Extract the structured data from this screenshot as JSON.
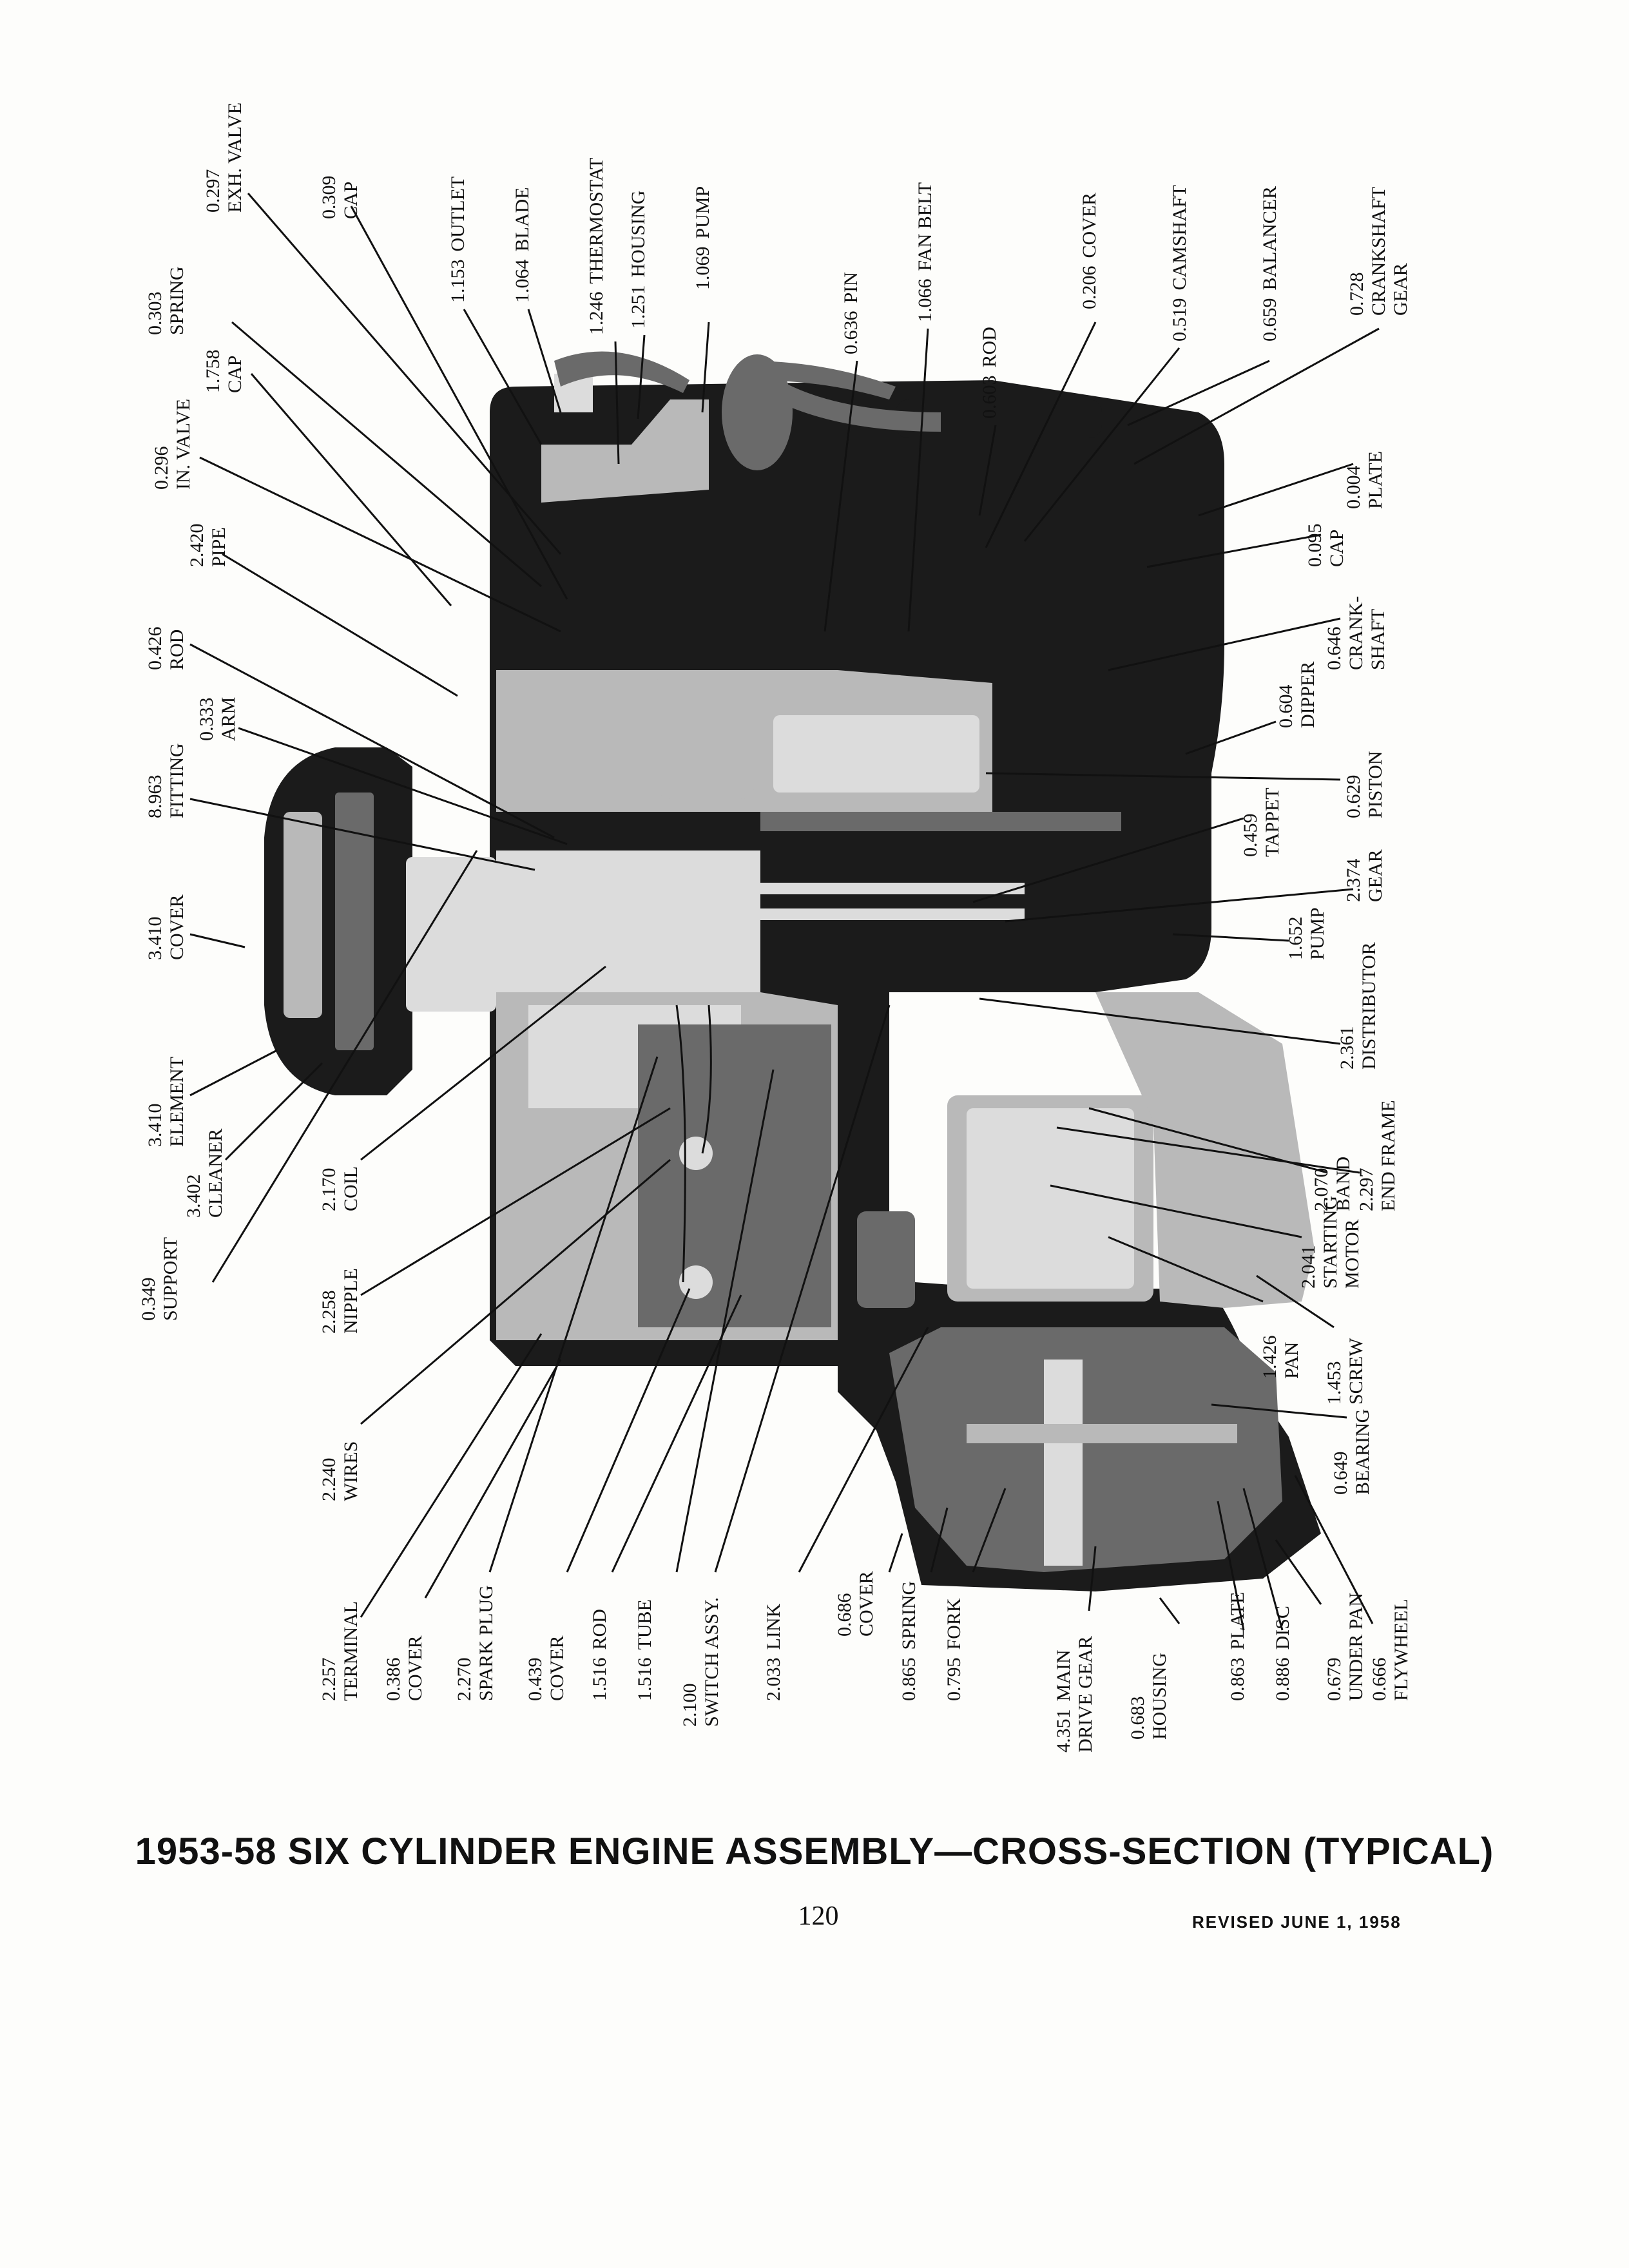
{
  "caption": "1953-58 SIX CYLINDER ENGINE ASSEMBLY—CROSS-SECTION (TYPICAL)",
  "page_number": "120",
  "revision": "REVISED JUNE 1, 1958",
  "parts": [
    {
      "id": "exh-valve",
      "number": "0.297",
      "name": "EXH. VALVE"
    },
    {
      "id": "cap-309",
      "number": "0.309",
      "name": "CAP"
    },
    {
      "id": "spring-303",
      "number": "0.303",
      "name": "SPRING"
    },
    {
      "id": "cap-1758",
      "number": "1.758",
      "name": "CAP"
    },
    {
      "id": "in-valve",
      "number": "0.296",
      "name": "IN. VALVE"
    },
    {
      "id": "pipe",
      "number": "2.420",
      "name": "PIPE"
    },
    {
      "id": "rod-426",
      "number": "0.426",
      "name": "ROD"
    },
    {
      "id": "arm",
      "number": "0.333",
      "name": "ARM"
    },
    {
      "id": "fitting",
      "number": "8.963",
      "name": "FITTING"
    },
    {
      "id": "cover-3410",
      "number": "3.410",
      "name": "COVER"
    },
    {
      "id": "element",
      "number": "3.410",
      "name": "ELEMENT"
    },
    {
      "id": "cleaner",
      "number": "3.402",
      "name": "CLEANER"
    },
    {
      "id": "support",
      "number": "0.349",
      "name": "SUPPORT"
    },
    {
      "id": "coil",
      "number": "2.170",
      "name": "COIL"
    },
    {
      "id": "nipple",
      "number": "2.258",
      "name": "NIPPLE"
    },
    {
      "id": "wires",
      "number": "2.240",
      "name": "WIRES"
    },
    {
      "id": "terminal",
      "number": "2.257",
      "name": "TERMINAL"
    },
    {
      "id": "cover-386",
      "number": "0.386",
      "name": "COVER"
    },
    {
      "id": "spark-plug",
      "number": "2.270",
      "name": "SPARK PLUG"
    },
    {
      "id": "cover-439",
      "number": "0.439",
      "name": "COVER"
    },
    {
      "id": "rod-1516",
      "number": "1.516",
      "name": "ROD"
    },
    {
      "id": "tube",
      "number": "1.516",
      "name": "TUBE"
    },
    {
      "id": "switch-assy",
      "number": "2.100",
      "name": "SWITCH ASSY."
    },
    {
      "id": "link",
      "number": "2.033",
      "name": "LINK"
    },
    {
      "id": "cover-686",
      "number": "0.686",
      "name": "COVER"
    },
    {
      "id": "spring-865",
      "number": "0.865",
      "name": "SPRING"
    },
    {
      "id": "fork",
      "number": "0.795",
      "name": "FORK"
    },
    {
      "id": "main-drive-gear",
      "number": "4.351",
      "name": "MAIN DRIVE GEAR"
    },
    {
      "id": "housing-683",
      "number": "0.683",
      "name": "HOUSING"
    },
    {
      "id": "plate-863",
      "number": "0.863",
      "name": "PLATE"
    },
    {
      "id": "disc",
      "number": "0.886",
      "name": "DISC"
    },
    {
      "id": "under-pan",
      "number": "0.679",
      "name": "UNDER PAN"
    },
    {
      "id": "flywheel",
      "number": "0.666",
      "name": "FLYWHEEL"
    },
    {
      "id": "outlet",
      "number": "1.153",
      "name": "OUTLET"
    },
    {
      "id": "blade",
      "number": "1.064",
      "name": "BLADE"
    },
    {
      "id": "thermostat",
      "number": "1.246",
      "name": "THERMOSTAT"
    },
    {
      "id": "housing-1251",
      "number": "1.251",
      "name": "HOUSING"
    },
    {
      "id": "pump-1069",
      "number": "1.069",
      "name": "PUMP"
    },
    {
      "id": "pin",
      "number": "0.636",
      "name": "PIN"
    },
    {
      "id": "fan-belt",
      "number": "1.066",
      "name": "FAN BELT"
    },
    {
      "id": "rod-603",
      "number": "0.603",
      "name": "ROD"
    },
    {
      "id": "cover-206",
      "number": "0.206",
      "name": "COVER"
    },
    {
      "id": "camshaft",
      "number": "0.519",
      "name": "CAMSHAFT"
    },
    {
      "id": "balancer",
      "number": "0.659",
      "name": "BALANCER"
    },
    {
      "id": "crankshaft-gear",
      "number": "0.728",
      "name": "CRANKSHAFT GEAR"
    },
    {
      "id": "plate-004",
      "number": "0.004",
      "name": "PLATE"
    },
    {
      "id": "cap-095",
      "number": "0.095",
      "name": "CAP"
    },
    {
      "id": "crankshaft",
      "number": "0.646",
      "name": "CRANK-SHAFT"
    },
    {
      "id": "dipper",
      "number": "0.604",
      "name": "DIPPER"
    },
    {
      "id": "piston",
      "number": "0.629",
      "name": "PISTON"
    },
    {
      "id": "tappet",
      "number": "0.459",
      "name": "TAPPET"
    },
    {
      "id": "gear-2374",
      "number": "2.374",
      "name": "GEAR"
    },
    {
      "id": "pump-1652",
      "number": "1.652",
      "name": "PUMP"
    },
    {
      "id": "distributor",
      "number": "2.361",
      "name": "DISTRIBUTOR"
    },
    {
      "id": "band",
      "number": "2.070",
      "name": "BAND"
    },
    {
      "id": "end-frame",
      "number": "2.297",
      "name": "END FRAME"
    },
    {
      "id": "starting-motor",
      "number": "2.041",
      "name": "STARTING MOTOR"
    },
    {
      "id": "pan",
      "number": "1.426",
      "name": "PAN"
    },
    {
      "id": "screw",
      "number": "1.453",
      "name": "SCREW"
    },
    {
      "id": "bearing",
      "number": "0.649",
      "name": "BEARING"
    }
  ]
}
